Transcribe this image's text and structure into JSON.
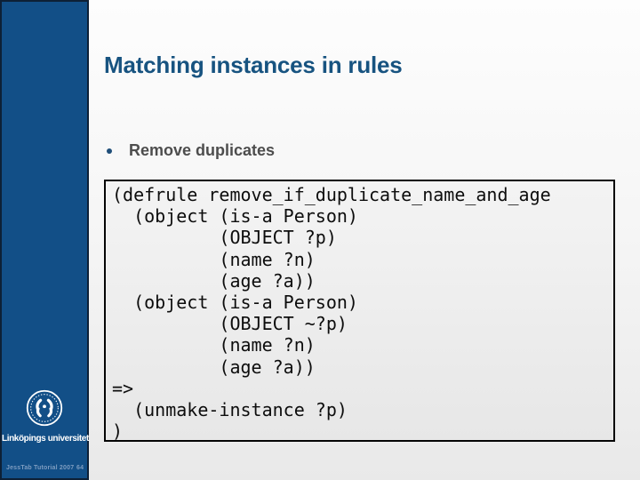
{
  "slide": {
    "title": "Matching instances in rules",
    "bullet": "Remove duplicates",
    "code_lines": [
      "(defrule remove_if_duplicate_name_and_age",
      "  (object (is-a Person)",
      "          (OBJECT ?p)",
      "          (name ?n)",
      "          (age ?a))",
      "  (object (is-a Person)",
      "          (OBJECT ~?p)",
      "          (name ?n)",
      "          (age ?a))",
      "=>",
      "  (unmake-instance ?p)",
      ")"
    ]
  },
  "sidebar": {
    "university": "Linköpings universitet",
    "logo_icon": "liu-seal-icon",
    "footer": "JessTab Tutorial 2007",
    "page_number": "64"
  },
  "colors": {
    "sidebar_blue": "#124f87",
    "sidebar_border": "#0d2036",
    "title_blue": "#175380",
    "bullet_gray": "#4d4d4d",
    "code_border": "#050505",
    "footer_text": "#7d9cc0",
    "background_top": "#fdfdfd",
    "background_bottom": "#e9e9e9"
  }
}
